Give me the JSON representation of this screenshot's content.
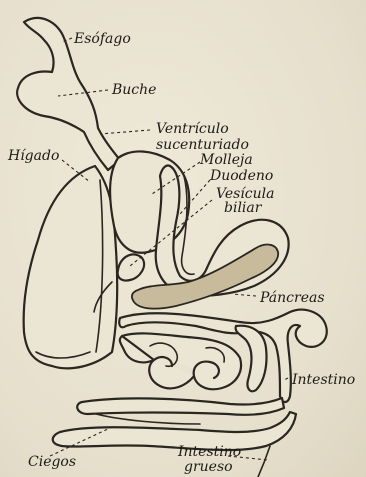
{
  "labels": {
    "esofago": "Esófago",
    "buche": "Buche",
    "ventriculo_1": "Ventrículo",
    "ventriculo_2": "sucenturiado",
    "higado": "Hígado",
    "molleja": "Molleja",
    "duodeno": "Duodeno",
    "vesicula_1": "Vesícula",
    "vesicula_2": "biliar",
    "pancreas": "Páncreas",
    "intestino": "Intestino",
    "ciegos": "Ciegos",
    "intestino_grueso_1": "Intestino",
    "intestino_grueso_2": "grueso"
  },
  "colors": {
    "paper": "#e9e3d2",
    "ink": "#2a2620",
    "pancreas_fill": "#c8bb9c"
  }
}
